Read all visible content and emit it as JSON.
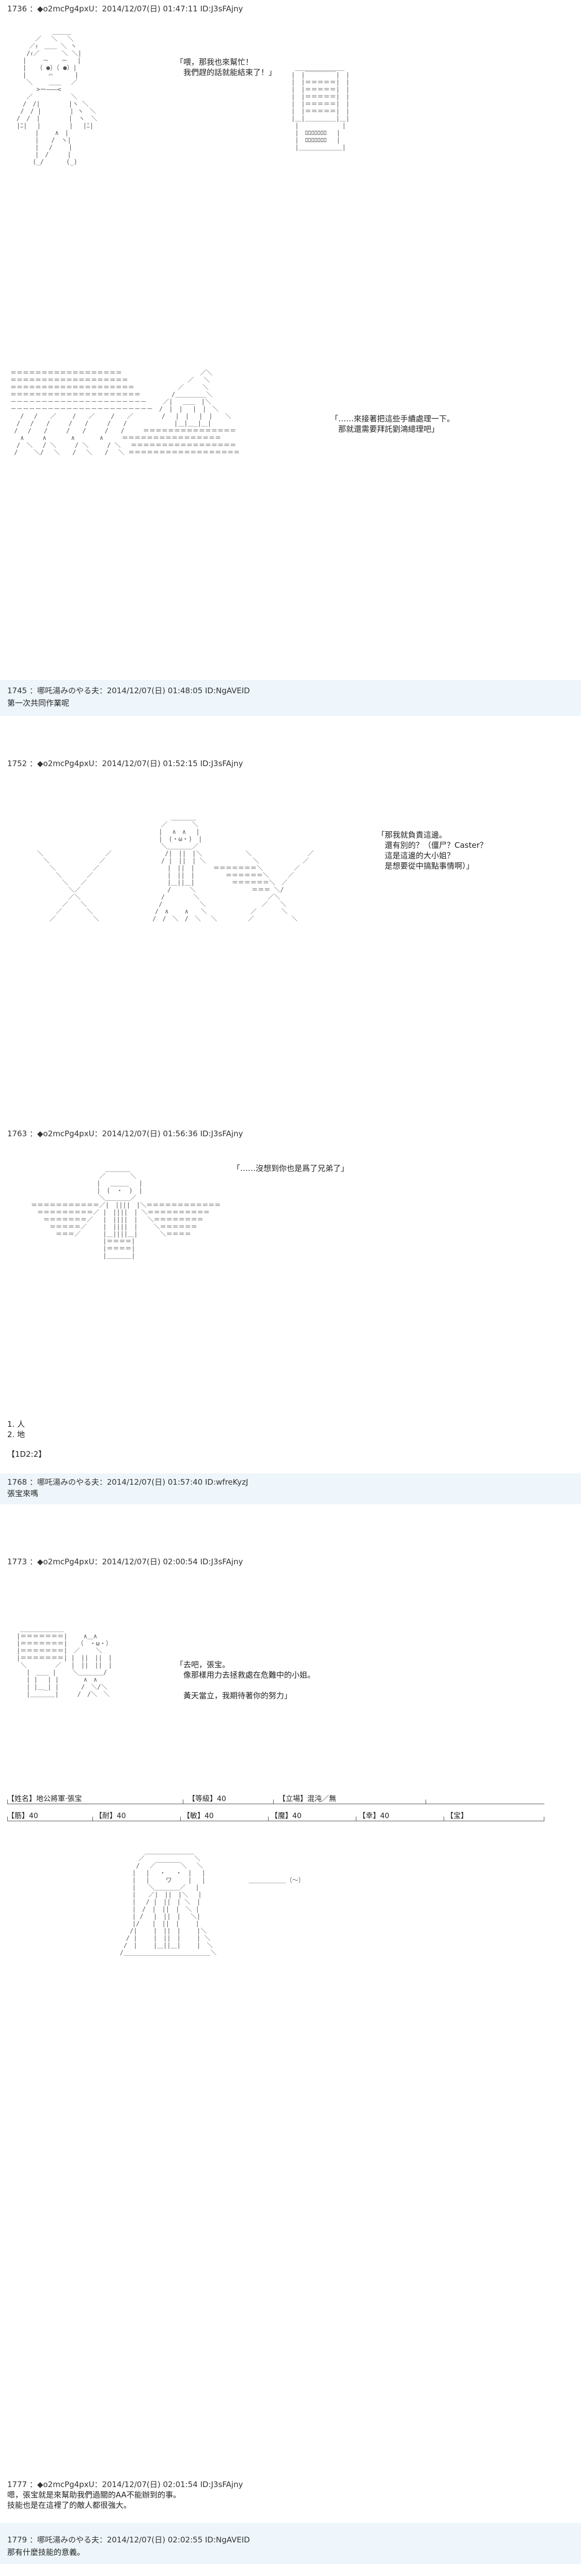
{
  "posts": [
    {
      "header": "1736 ：◆o2mcPg4pxU：2014/12/07(日) 01:47:11 ID:J3sFAjny",
      "bubble1": "「喂，那我也來幫忙！\n　我們趕的話就能結束了！」",
      "bubble2": "「……來接著把這些手續處理一下。\n　那就還需要拜託劉鴻總理吧」"
    },
    {
      "header": "1745 ：哪吒湯みのやる夫：2014/12/07(日) 01:48:05 ID:NgAVEID",
      "text": "第一次共同作業呢"
    },
    {
      "header": "1752 ：◆o2mcPg4pxU：2014/12/07(日) 01:52:15 ID:J3sFAjny",
      "bubble": "「那我就負責這邊。\n　還有別的？（僵尸？Caster？\n　這是這邊的大小姐？\n　是想要從中搞點事情啊）」"
    },
    {
      "header": "1763 ：◆o2mcPg4pxU：2014/12/07(日) 01:56:36 ID:J3sFAjny",
      "bubble": "「……沒想到你也是爲了兄弟了」",
      "list": [
        "1. 人",
        "2. 地"
      ],
      "tag": "【1D2:2】"
    },
    {
      "header": "1768 ：哪吒湯みのやる夫：2014/12/07(日) 01:57:40 ID:wfreKyzJ",
      "text": "張宝來嗎"
    },
    {
      "header": "1773 ：◆o2mcPg4pxU：2014/12/07(日) 02:00:54 ID:J3sFAjny",
      "bubble": "「去吧，張宝。\n　像那樣用力去拯救處在危難中的小姐。\n\n　黃天當立，我期待著你的努力」",
      "stats": {
        "row1": [
          "【姓名】地公將軍·張宝",
          "【等級】40",
          "【立場】混沌／無"
        ],
        "row2": [
          "【筋】40",
          "【耐】40",
          "【敏】40",
          "【魔】40",
          "【幸】40",
          "【宝】"
        ]
      }
    },
    {
      "header": "1777 ：◆o2mcPg4pxU：2014/12/07(日) 02:01:54 ID:J3sFAjny",
      "text1": "嗯，張宝就是來幫助我們過關的AA不能辦到的事。",
      "text2": "技能也是在這裡了的敵人都很強大。"
    },
    {
      "header": "1779 ：哪吒湯みのやる夫：2014/12/07(日) 02:02:55 ID:NgAVEID",
      "text": "那有什麼技能的意義。"
    }
  ]
}
